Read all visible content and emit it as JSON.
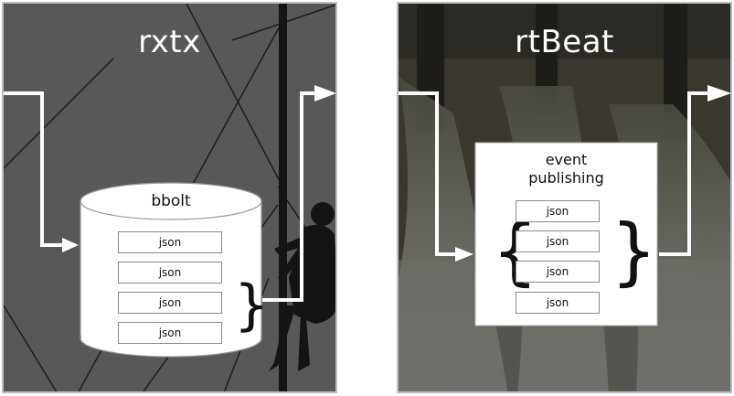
{
  "left_panel": {
    "title": "rxtx",
    "store": {
      "label": "bbolt",
      "items": [
        "json",
        "json",
        "json",
        "json"
      ]
    }
  },
  "right_panel": {
    "title": "rtBeat",
    "box": {
      "label_line1": "event",
      "label_line2": "publishing",
      "items": [
        "json",
        "json",
        "json",
        "json"
      ]
    }
  },
  "colors": {
    "left_background": "#585858",
    "right_background": "#3a3732",
    "arrow": "#ffffff",
    "frame": "#bdbdbd"
  }
}
